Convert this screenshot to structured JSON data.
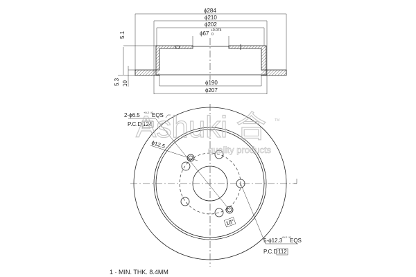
{
  "side_view": {
    "dia_outer": "ϕ284",
    "dia_hat_outer": "ϕ210",
    "dia_hat_inner": "ϕ202",
    "dia_center": "ϕ67",
    "dia_center_tol_upper": "+0.074",
    "dia_center_tol_lower": "0",
    "dia_inner_bottom": "ϕ190",
    "dia_hat_bottom": "ϕ207",
    "hat_thickness": "5.1",
    "flange_offset": "5.3",
    "disc_thickness": "10"
  },
  "front_view": {
    "small_holes_label": "2-ϕ6.5",
    "small_holes_tol": "+0.2 / 0",
    "small_holes_suffix": "EQS",
    "small_holes_pcd_label": "P.C.D",
    "small_holes_pcd": "124",
    "counterbore": "ϕ12.5",
    "bolt_holes_label": "5-ϕ12.3",
    "bolt_holes_tol": "+0.2 / 0",
    "bolt_holes_suffix": "EQS",
    "bolt_holes_pcd_label": "P.C.D",
    "bolt_holes_pcd": "112",
    "angle_box": "18°"
  },
  "note": "1 · MIN. THK. 8.4MM",
  "watermark": {
    "brand": "Ashuki 合",
    "tagline": "quality products",
    "tm": "TM"
  }
}
